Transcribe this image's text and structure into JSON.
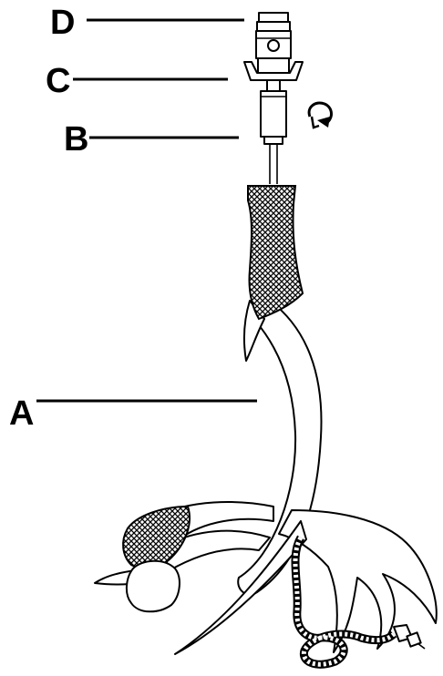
{
  "labels": {
    "a": "A",
    "b": "B",
    "c": "C",
    "d": "D"
  },
  "colors": {
    "ink": "#000000",
    "paper": "#ffffff"
  },
  "icons": {
    "rotation": "clockwise-rotation-arrow-icon"
  }
}
